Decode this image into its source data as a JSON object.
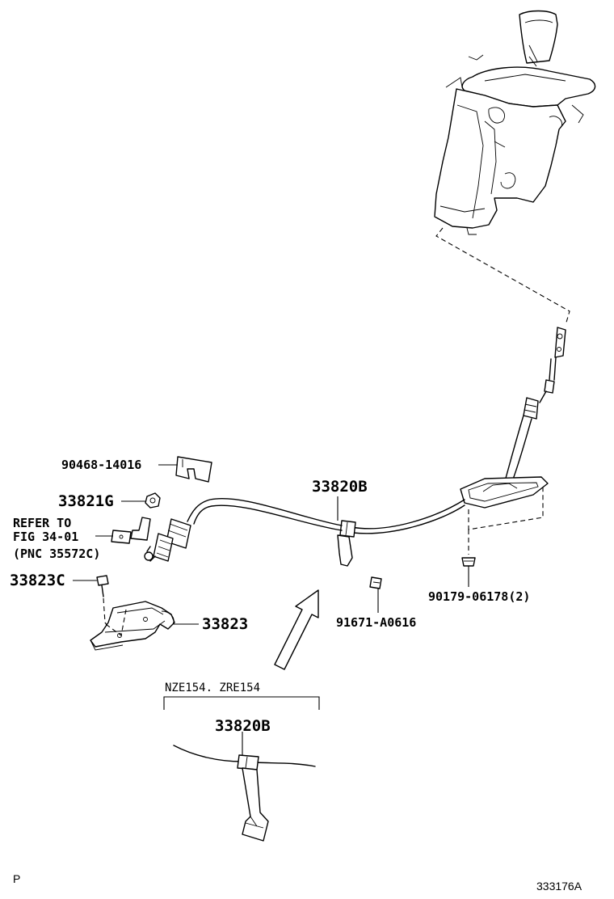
{
  "labels": {
    "clip": "90468-14016",
    "nut": "33821G",
    "cable": "33820B",
    "refer_line1": "REFER TO",
    "refer_line2": "FIG 34-01",
    "refer_line3": "(PNC 35572C)",
    "bolt": "33823C",
    "bracket": "33823",
    "nut_retainer": "90179-06178(2)",
    "clip_bolt": "91671-A0616",
    "variant_heading": "NZE154. ZRE154",
    "inset_cable": "33820B"
  },
  "footer": {
    "corner_mark": "P",
    "figure_id": "333176A"
  }
}
